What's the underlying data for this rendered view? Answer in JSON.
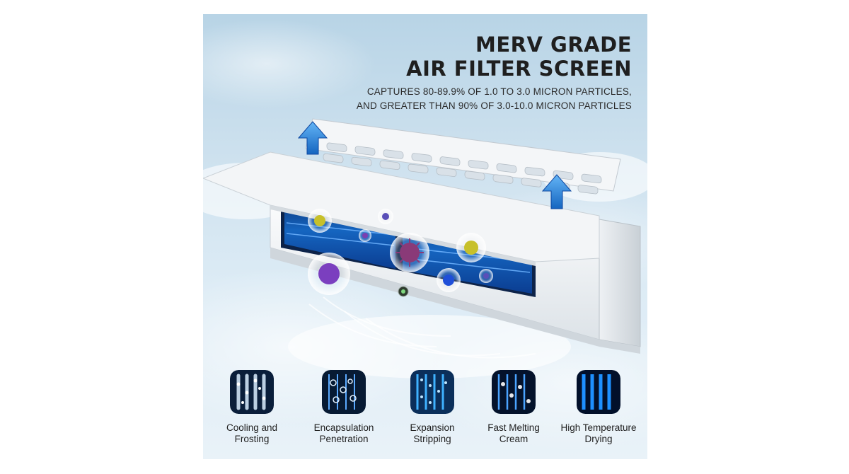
{
  "header": {
    "title_line1": "MERV GRADE",
    "title_line2": "AIR FILTER SCREEN",
    "subtitle_line1": "CAPTURES 80-89.9% OF 1.0 TO 3.0 MICRON PARTICLES,",
    "subtitle_line2": "AND GREATER THAN 90% OF 3.0-10.0 MICRON PARTICLES"
  },
  "features": [
    {
      "line1": "Cooling and",
      "line2": "Frosting",
      "icon": "cooling-frosting-icon"
    },
    {
      "line1": "Encapsulation",
      "line2": "Penetration",
      "icon": "encapsulation-penetration-icon"
    },
    {
      "line1": "Expansion",
      "line2": "Stripping",
      "icon": "expansion-stripping-icon"
    },
    {
      "line1": "Fast Melting",
      "line2": "Cream",
      "icon": "fast-melting-cream-icon"
    },
    {
      "line1": "High Temperature",
      "line2": "Drying",
      "icon": "high-temperature-drying-icon"
    }
  ],
  "colors": {
    "arrow": "#1e88e5",
    "coil": "#1565c0",
    "tile_dark": "#0a1e3a",
    "tile_blue": "#1e90ff"
  }
}
